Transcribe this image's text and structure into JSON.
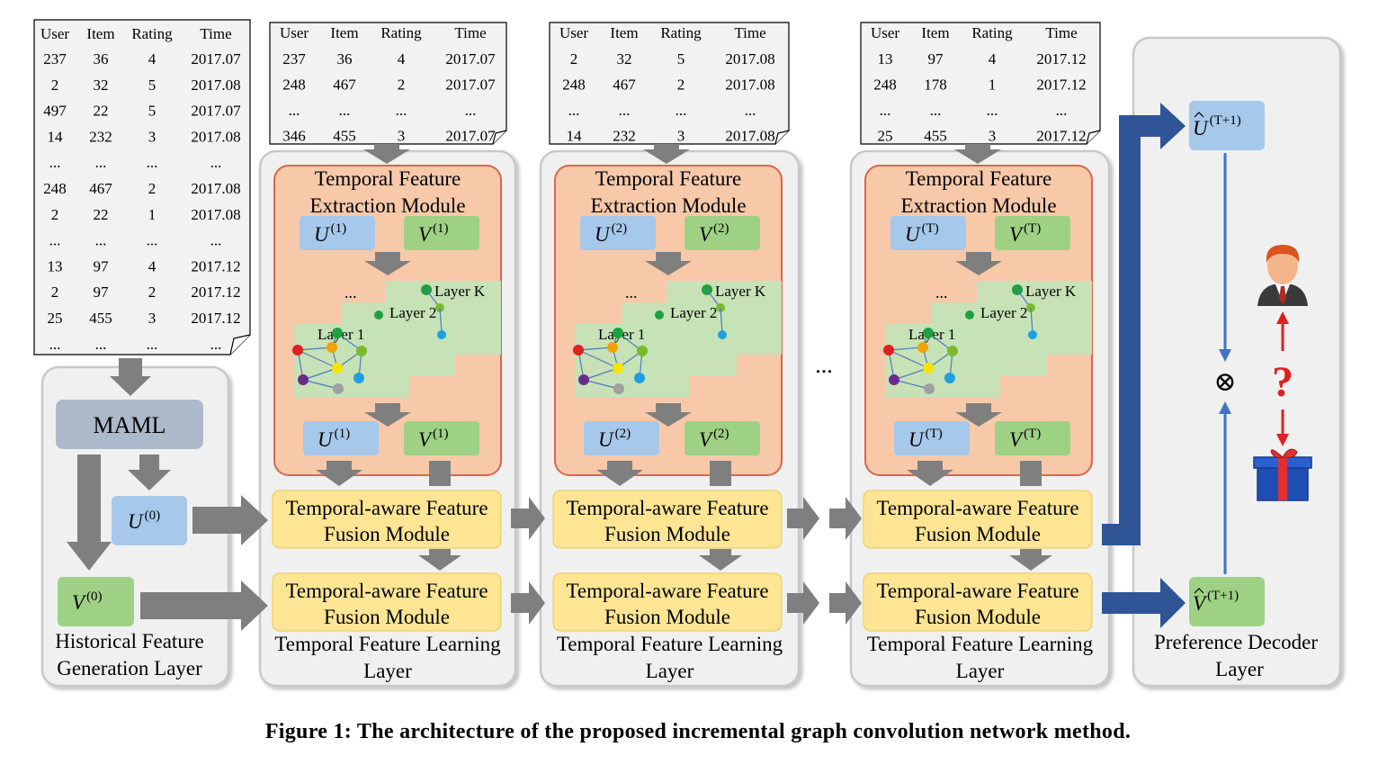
{
  "table_headers": [
    "User",
    "Item",
    "Rating",
    "Time"
  ],
  "history_table": {
    "rows": [
      [
        "237",
        "36",
        "4",
        "2017.07"
      ],
      [
        "2",
        "32",
        "5",
        "2017.08"
      ],
      [
        "497",
        "22",
        "5",
        "2017.07"
      ],
      [
        "14",
        "232",
        "3",
        "2017.08"
      ],
      [
        "...",
        "...",
        "...",
        "..."
      ],
      [
        "248",
        "467",
        "2",
        "2017.08"
      ],
      [
        "2",
        "22",
        "1",
        "2017.08"
      ],
      [
        "...",
        "...",
        "...",
        "..."
      ],
      [
        "13",
        "97",
        "4",
        "2017.12"
      ],
      [
        "2",
        "97",
        "2",
        "2017.12"
      ],
      [
        "25",
        "455",
        "3",
        "2017.12"
      ],
      [
        "...",
        "...",
        "...",
        "..."
      ]
    ]
  },
  "maml_label": "MAML",
  "hist_layer_label": [
    "Historical Feature",
    "Generation Layer"
  ],
  "init_matrices": {
    "user": "U",
    "item": "V",
    "sup": "(0)"
  },
  "stages": [
    {
      "rows": [
        [
          "237",
          "36",
          "4",
          "2017.07"
        ],
        [
          "248",
          "467",
          "2",
          "2017.07"
        ],
        [
          "...",
          "...",
          "...",
          "..."
        ],
        [
          "346",
          "455",
          "3",
          "2017.07"
        ]
      ],
      "sup": "(1)"
    },
    {
      "rows": [
        [
          "2",
          "32",
          "5",
          "2017.08"
        ],
        [
          "248",
          "467",
          "2",
          "2017.08"
        ],
        [
          "...",
          "...",
          "...",
          "..."
        ],
        [
          "14",
          "232",
          "3",
          "2017.08"
        ]
      ],
      "sup": "(2)"
    },
    {
      "rows": [
        [
          "13",
          "97",
          "4",
          "2017.12"
        ],
        [
          "248",
          "178",
          "1",
          "2017.12"
        ],
        [
          "...",
          "...",
          "...",
          "..."
        ],
        [
          "25",
          "455",
          "3",
          "2017.12"
        ]
      ],
      "sup": "(T)"
    }
  ],
  "tfe_label": [
    "Temporal Feature",
    "Extraction Module"
  ],
  "layer_labels": [
    "Layer 1",
    "Layer 2",
    "Layer K"
  ],
  "graph_dots": "...",
  "fusion_label": [
    "Temporal-aware Feature",
    "Fusion Module"
  ],
  "tfl_label": [
    "Temporal Feature Learning",
    "Layer"
  ],
  "stage_ellipsis": "...",
  "decoder": {
    "user_hat": "U",
    "item_hat": "V",
    "sup": "(T+1)",
    "product_symbol": "⊗",
    "question_mark": "?",
    "label": [
      "Preference Decoder",
      "Layer"
    ]
  },
  "caption": "Figure 1: The architecture of the proposed incremental graph convolution network method.",
  "colors": {
    "panel_fill": "#f0f0f0",
    "panel_stroke": "#c8c8c8",
    "extraction_fill": "#f7c9a9",
    "extraction_stroke": "#d9684a",
    "user_box": "#a6c8eb",
    "item_box": "#9fd185",
    "fusion_box": "#fde594",
    "maml_box": "#acb9ca",
    "grey_arrow": "#7f7f7f",
    "navy_arrow": "#2f5597",
    "blue_arrow": "#4472c4",
    "red_arrow": "#e02020",
    "graph_layer": "#c5e3b6"
  }
}
